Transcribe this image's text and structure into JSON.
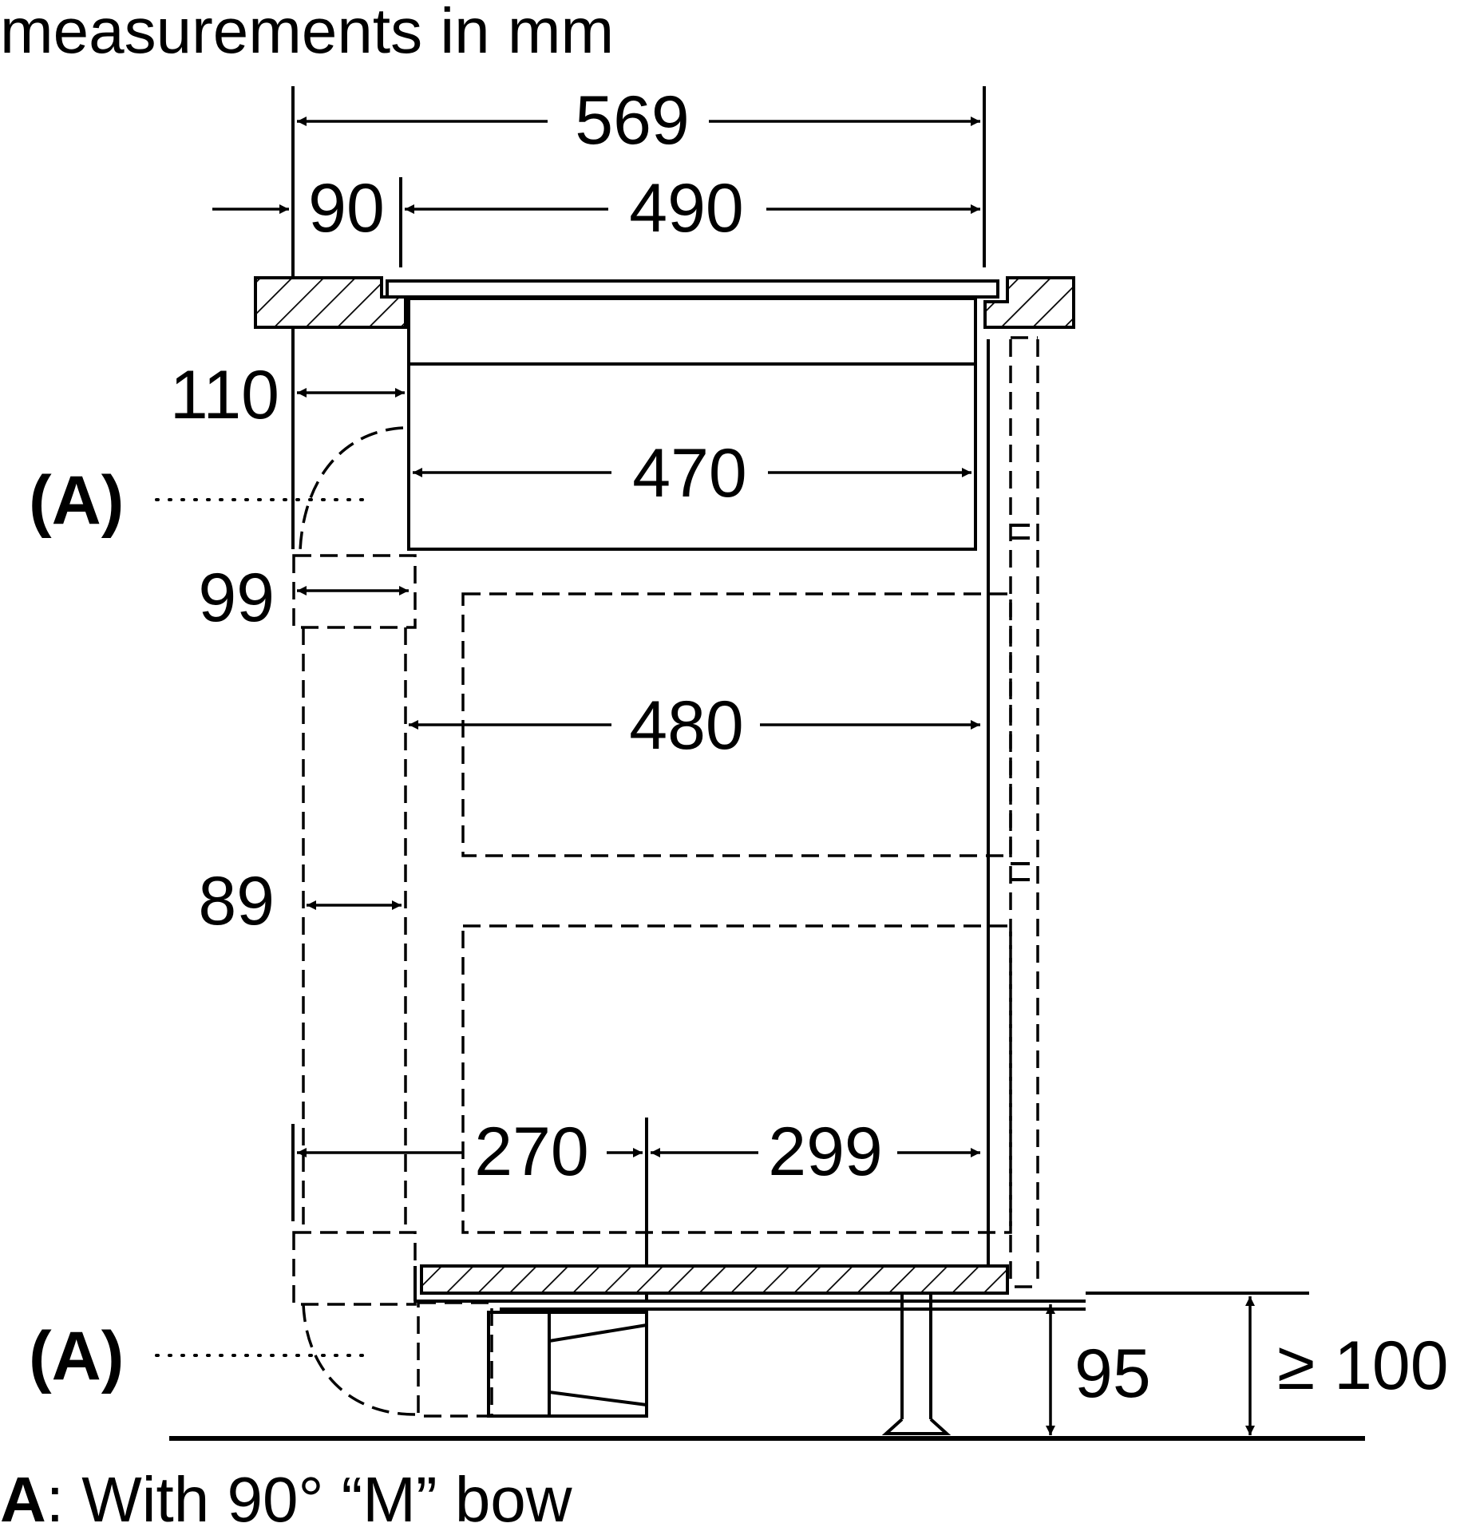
{
  "header": {
    "units_note": "measurements in mm"
  },
  "dimensions": {
    "overall_width": "569",
    "left_offset": "90",
    "cutout_width": "490",
    "duct_offset_top": "110",
    "hob_depth": "470",
    "duct_width_upper": "99",
    "drawer_width": "480",
    "duct_width_lower": "89",
    "rear_to_center": "270",
    "center_to_front": "299",
    "plinth_height": "95",
    "min_plinth_height": "≥ 100"
  },
  "callouts": {
    "marker_upper": "(A)",
    "marker_lower": "(A)"
  },
  "legend": {
    "key": "A",
    "description": ": With 90° “M” bow"
  }
}
